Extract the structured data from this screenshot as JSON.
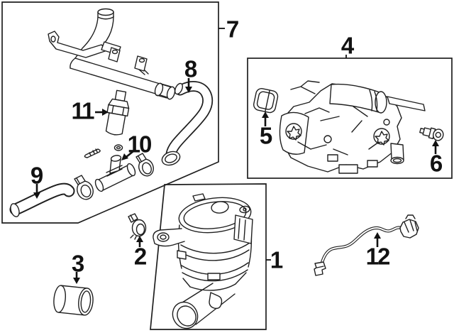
{
  "diagram": {
    "type": "exploded-parts-diagram",
    "colors": {
      "background": "#ffffff",
      "line": "#1f1f1f",
      "label": "#121212"
    },
    "callouts": [
      {
        "label": "1",
        "part_name": "air-injection-pump"
      },
      {
        "label": "2",
        "part_name": "hose-clamp"
      },
      {
        "label": "3",
        "part_name": "hose-sleeve"
      },
      {
        "label": "4",
        "part_name": "air-switching-valve-assembly"
      },
      {
        "label": "5",
        "part_name": "gasket"
      },
      {
        "label": "6",
        "part_name": "bolt"
      },
      {
        "label": "7",
        "part_name": "air-injection-pipe-assembly"
      },
      {
        "label": "8",
        "part_name": "upper-air-hose"
      },
      {
        "label": "9",
        "part_name": "lower-air-hose"
      },
      {
        "label": "10",
        "part_name": "tee-connector-with-clamps"
      },
      {
        "label": "11",
        "part_name": "sensor-valve"
      },
      {
        "label": "12",
        "part_name": "wiring-harness"
      }
    ]
  }
}
